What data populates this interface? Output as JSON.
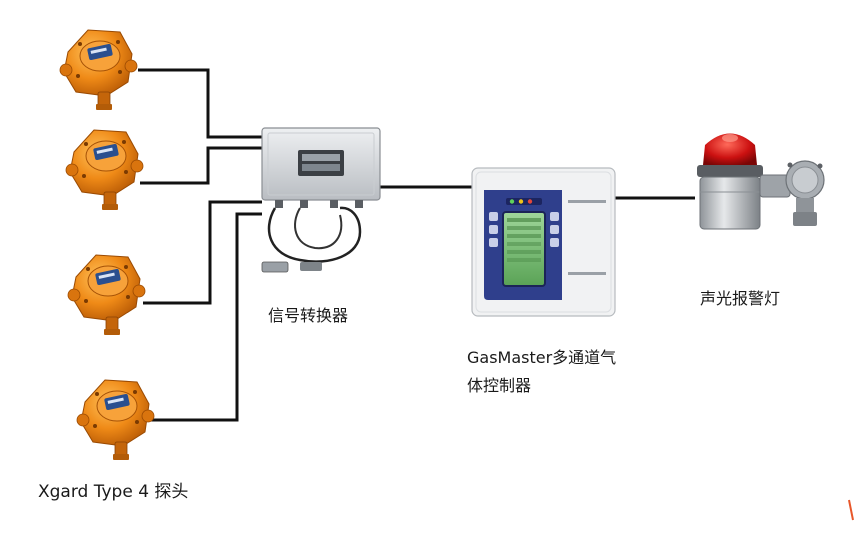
{
  "labels": {
    "signal_converter": "信号转换器",
    "controller_line1": "GasMaster多通道气",
    "controller_line2": "体控制器",
    "beacon": "声光报警灯",
    "detector": "Xgard Type 4 探头"
  },
  "colors": {
    "detector_orange": "#ef8a17",
    "wire": "#111111",
    "beacon_red": "#cc1111",
    "controller_panel": "#2f3f8c",
    "lcd_green": "#6fb86a"
  }
}
